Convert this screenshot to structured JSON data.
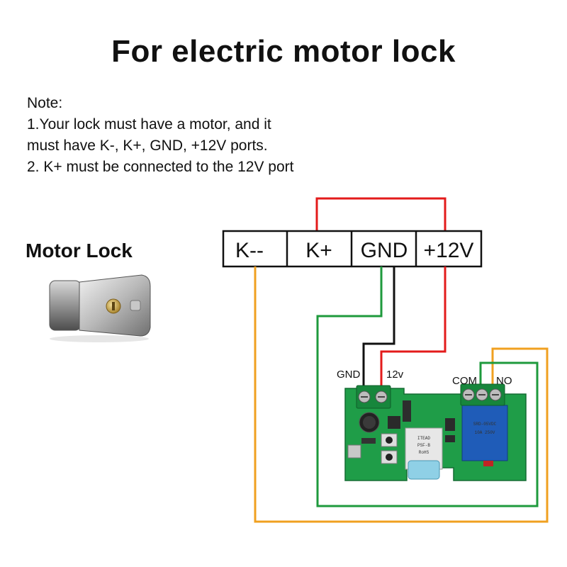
{
  "title": "For electric motor lock",
  "note": {
    "heading": "Note:",
    "lines": [
      "1.Your lock must have a motor, and it",
      "must have K-, K+, GND, +12V ports.",
      "2. K+ must be connected to the 12V port"
    ]
  },
  "lock": {
    "label": "Motor Lock"
  },
  "terminals": [
    "K--",
    "K+",
    "GND",
    "+12V"
  ],
  "board": {
    "gnd_label": "GND",
    "v12_label": "12v",
    "com_label": "COM",
    "no_label": "NO"
  },
  "wire_colors": {
    "red": "#e31b1b",
    "green": "#1e9a3c",
    "black": "#111111",
    "orange": "#f0a020"
  },
  "board_color": "#1f9d48"
}
